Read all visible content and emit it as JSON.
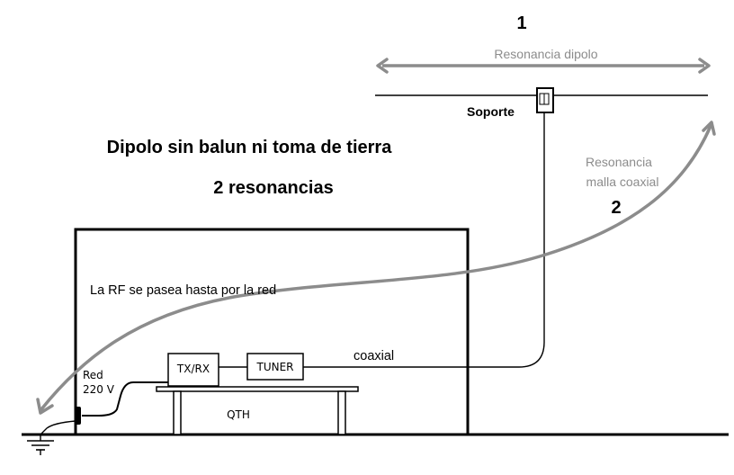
{
  "labels": {
    "resonance_1_number": "1",
    "resonance_1_label": "Resonancia dipolo",
    "support": "Soporte",
    "title": "Dipolo sin balun ni toma de tierra",
    "subtitle": "2 resonancias",
    "resonance_2_line1": "Resonancia",
    "resonance_2_line2": "malla coaxial",
    "resonance_2_number": "2",
    "rf_note": "La RF se pasea hasta por la red",
    "coax": "coaxial",
    "mains_line1": "Red",
    "mains_line2": "220 V",
    "txrx": "TX/RX",
    "tuner": "TUNER",
    "qth": "QTH"
  },
  "colors": {
    "ink": "#000000",
    "gray_arrow": "#8c8c8c",
    "gray_text": "#8c8c8c",
    "background": "#ffffff"
  },
  "icons": {
    "ground": "ground-symbol-icon",
    "mains_plug": "plug-icon",
    "support_insulator": "insulator-icon"
  }
}
